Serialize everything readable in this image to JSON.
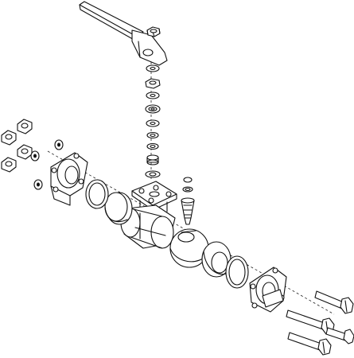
{
  "diagram": {
    "kind": "exploded-assembly",
    "parts": [
      "handle",
      "handle-nut",
      "stem-stack",
      "valve-body",
      "ball",
      "stem",
      "left-end-cap",
      "right-end-cap",
      "seat-ring",
      "gasket",
      "bolt",
      "nut",
      "washer"
    ],
    "colors": {
      "line": "#111111",
      "background": "#ffffff"
    }
  }
}
